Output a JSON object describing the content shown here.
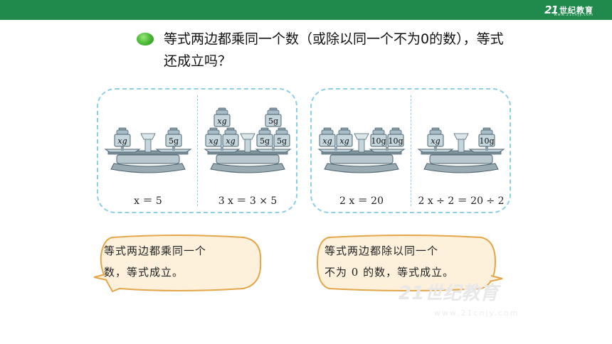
{
  "header": {
    "logo_mark": "21",
    "logo_brand": "世纪教育",
    "logo_url_text": "www.21cnjy.com"
  },
  "question": {
    "text": "等式两边都乘同一个数（或除以同一个不为0的数），等式还成立吗？"
  },
  "panels": [
    {
      "scales": [
        {
          "left_weights": [
            "xg"
          ],
          "right_weights": [
            "5g"
          ],
          "equation": "x ＝ 5"
        },
        {
          "left_weights": [
            "xg",
            "xg",
            "xg"
          ],
          "right_weights": [
            "5g",
            "5g",
            "5g"
          ],
          "equation": "3 x ＝ 3 × 5"
        }
      ]
    },
    {
      "scales": [
        {
          "left_weights": [
            "xg",
            "xg"
          ],
          "right_weights": [
            "10g",
            "10g"
          ],
          "equation": "2 x ＝ 20"
        },
        {
          "left_weights": [
            "xg"
          ],
          "right_weights": [
            "10g"
          ],
          "equation": "2 x ÷ 2 ＝ 20 ÷ 2"
        }
      ]
    }
  ],
  "bubbles": {
    "left": {
      "line1": "等式两边都乘同一个",
      "line2": "数，等式成立。"
    },
    "right": {
      "line1": "等式两边都除以同一个",
      "line2": "不为 0 的数，等式成立。"
    }
  },
  "watermark": {
    "text": "21世纪教育",
    "url": "www.21cnjy.com"
  }
}
